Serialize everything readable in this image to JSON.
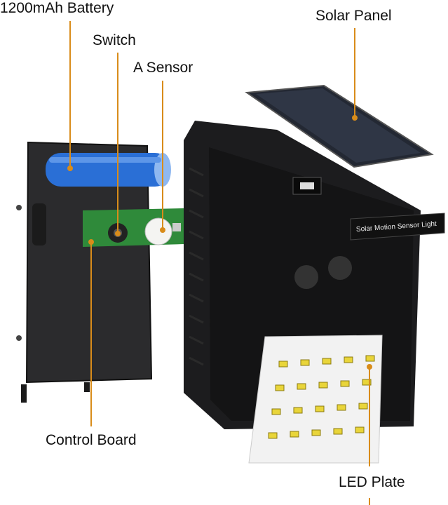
{
  "labels": {
    "battery": "1200mAh Battery",
    "switch": "Switch",
    "sensor": "A Sensor",
    "solar_panel": "Solar Panel",
    "control_board": "Control Board",
    "led_plate": "LED Plate"
  },
  "device_tag": "Solar Motion Sensor Light",
  "colors": {
    "leader_line": "#d98c1a",
    "body": "#1c1c1e",
    "battery": "#2a6fd6",
    "board": "#2f8a3a",
    "led": "#e9d53a"
  }
}
